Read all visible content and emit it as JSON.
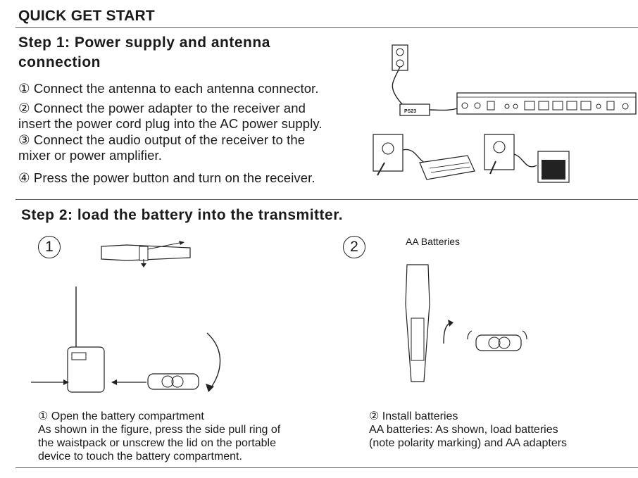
{
  "title": "QUICK GET START",
  "step1": {
    "heading_line1": "Step 1: Power supply and antenna",
    "heading_line2": "connection",
    "instructions": [
      "① Connect the antenna to each antenna connector.",
      "② Connect the power adapter to the receiver and",
      "insert the power cord plug into the AC power supply.",
      "③ Connect the audio output of the receiver to the",
      "mixer or power amplifier.",
      "④ Press the power button and turn on the receiver."
    ],
    "adapter_label": "PS23"
  },
  "step2": {
    "heading": "Step 2: load the battery into the transmitter.",
    "marker1": "1",
    "marker2": "2",
    "aa_label": "AA Batteries",
    "caption_left": [
      "①  Open the battery compartment",
      "As shown in the figure, press the side pull ring of",
      "the waistpack or unscrew the lid on the portable",
      "device to touch the battery compartment."
    ],
    "caption_right": [
      "②  Install batteries",
      "AA batteries: As shown, load batteries",
      "(note polarity marking) and AA adapters"
    ]
  }
}
